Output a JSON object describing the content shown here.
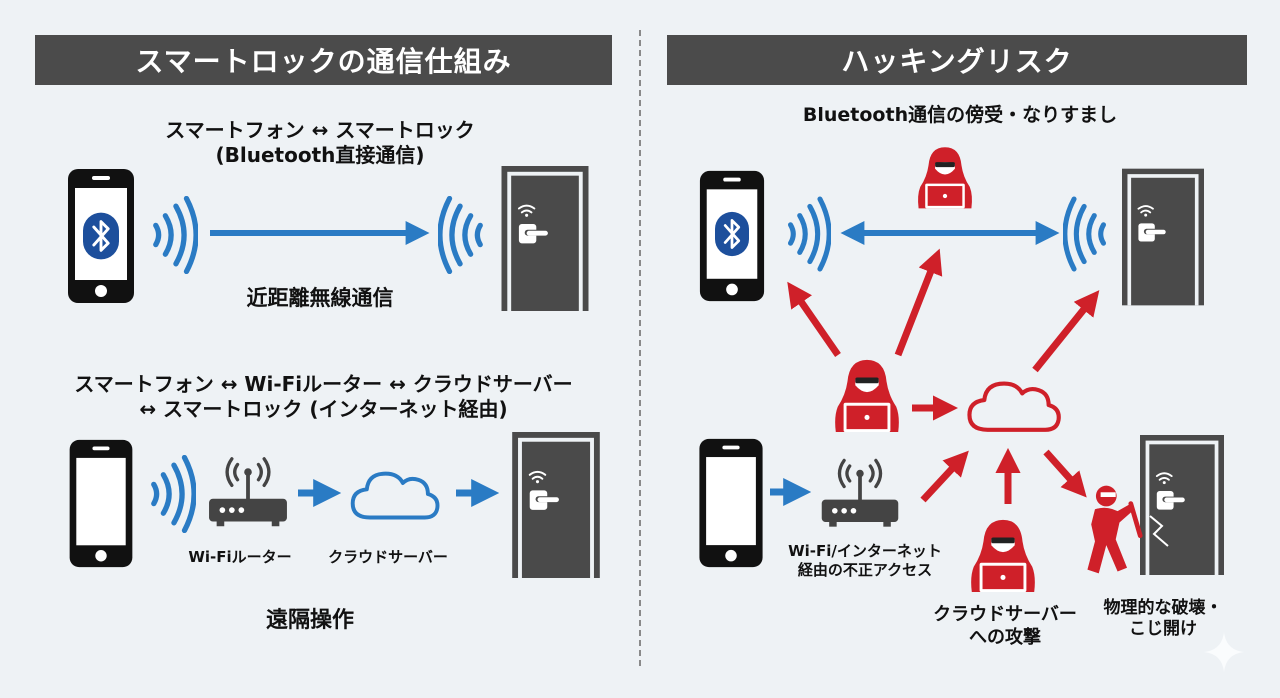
{
  "colors": {
    "background": "#eef2f5",
    "header_bg": "#4b4b4b",
    "header_text": "#ffffff",
    "accent_blue": "#2a7bc4",
    "bluetooth_blue": "#1d4f9c",
    "threat_red": "#cf2029",
    "door_gray": "#4a4a4a",
    "device_black": "#111111"
  },
  "left_panel": {
    "title": "スマートロックの通信仕組み",
    "bluetooth_section": {
      "caption_line1": "スマートフォン ↔ スマートロック",
      "caption_line2": "(Bluetooth直接通信)",
      "sublabel": "近距離無線通信"
    },
    "internet_section": {
      "caption_line1": "スマートフォン ↔ Wi-Fiルーター ↔ クラウドサーバー",
      "caption_line2": "↔ スマートロック (インターネット経由)",
      "router_label": "Wi-Fiルーター",
      "cloud_label": "クラウドサーバー",
      "sublabel": "遠隔操作"
    }
  },
  "right_panel": {
    "title": "ハッキングリスク",
    "bluetooth_risk_label": "Bluetooth通信の傍受・なりすまし",
    "wifi_risk_label_line1": "Wi-Fi/インターネット",
    "wifi_risk_label_line2": "経由の不正アクセス",
    "cloud_risk_label_line1": "クラウドサーバー",
    "cloud_risk_label_line2": "への攻撃",
    "physical_risk_label_line1": "物理的な破壊・",
    "physical_risk_label_line2": "こじ開け"
  },
  "icons": {
    "smartphone": "smartphone-icon",
    "bluetooth": "bluetooth-icon",
    "signal_waves": "signal-waves-icon",
    "door_lock": "smart-lock-door-icon",
    "router": "wifi-router-icon",
    "cloud": "cloud-icon",
    "hacker": "hacker-icon",
    "burglar": "burglar-icon"
  }
}
